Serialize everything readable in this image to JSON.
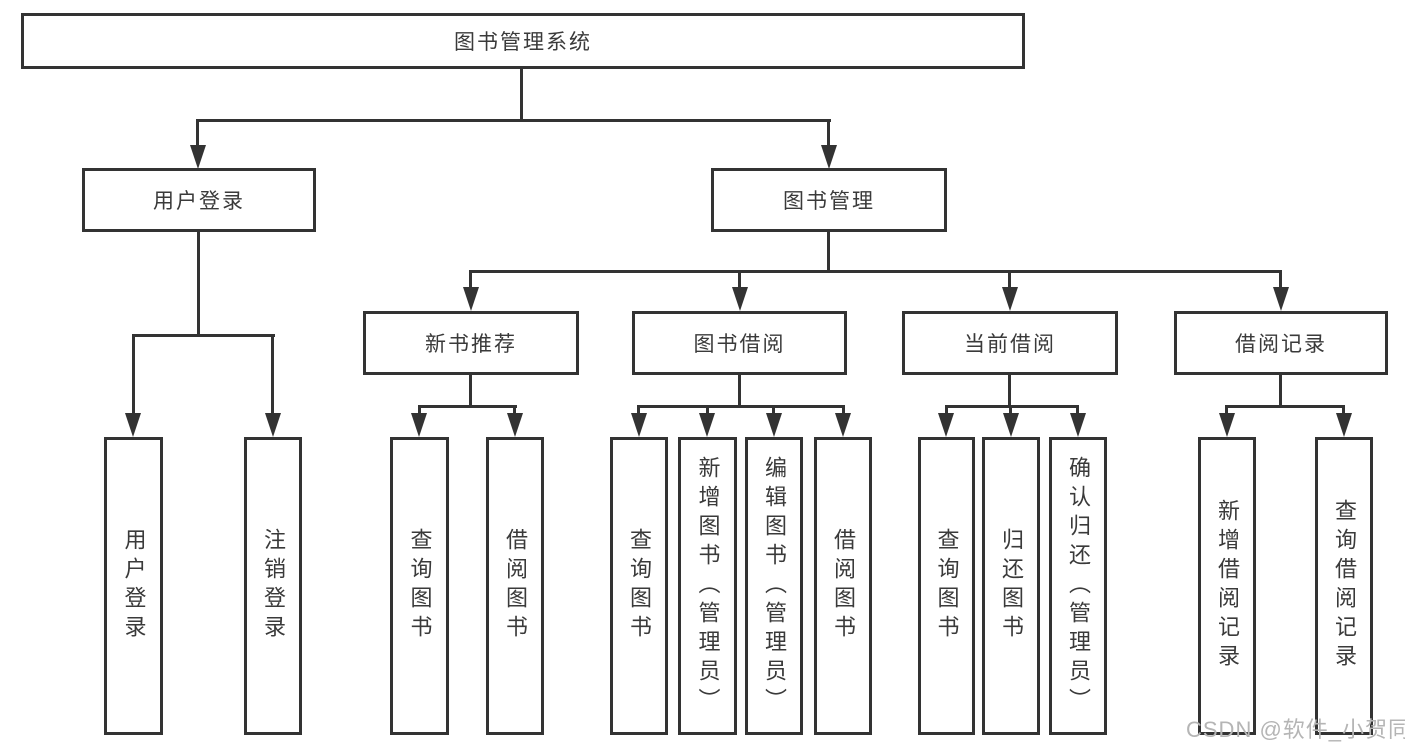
{
  "diagram": {
    "title": "图书管理系统",
    "type": "tree",
    "structure": {
      "图书管理系统": {
        "用户登录": [
          "用户登录",
          "注销登录"
        ],
        "图书管理": {
          "新书推荐": [
            "查询图书",
            "借阅图书"
          ],
          "图书借阅": [
            "查询图书",
            "新增图书（管理员）",
            "编辑图书（管理员）",
            "借阅图书"
          ],
          "当前借阅": [
            "查询图书",
            "归还图书",
            "确认归还（管理员）"
          ],
          "借阅记录": [
            "新增借阅记录",
            "查询借阅记录"
          ]
        }
      }
    }
  },
  "nodes": {
    "root": {
      "label": "图书管理系统"
    },
    "user_login": {
      "label": "用户登录"
    },
    "book_mgmt": {
      "label": "图书管理"
    },
    "new_book_rec": {
      "label": "新书推荐"
    },
    "book_borrow": {
      "label": "图书借阅"
    },
    "current_borrow": {
      "label": "当前借阅"
    },
    "borrow_record": {
      "label": "借阅记录"
    },
    "leaf_user_login": {
      "label": "用户登录"
    },
    "leaf_logout": {
      "label": "注销登录"
    },
    "leaf_query_book_1": {
      "label": "查询图书"
    },
    "leaf_borrow_book_1": {
      "label": "借阅图书"
    },
    "leaf_query_book_2": {
      "label": "查询图书"
    },
    "leaf_add_book": {
      "label": "新增图书（管理员）"
    },
    "leaf_edit_book": {
      "label": "编辑图书（管理员）"
    },
    "leaf_borrow_book_2": {
      "label": "借阅图书"
    },
    "leaf_query_book_3": {
      "label": "查询图书"
    },
    "leaf_return_book": {
      "label": "归还图书"
    },
    "leaf_confirm_return": {
      "label": "确认归还（管理员）"
    },
    "leaf_add_borrow_record": {
      "label": "新增借阅记录"
    },
    "leaf_query_borrow_record": {
      "label": "查询借阅记录"
    }
  },
  "watermark": {
    "text": "CSDN @软件_小贺同学"
  },
  "colors": {
    "line": "#333333",
    "text": "#3a3a3a",
    "background": "#ffffff",
    "watermark": "#b5b5b5"
  }
}
